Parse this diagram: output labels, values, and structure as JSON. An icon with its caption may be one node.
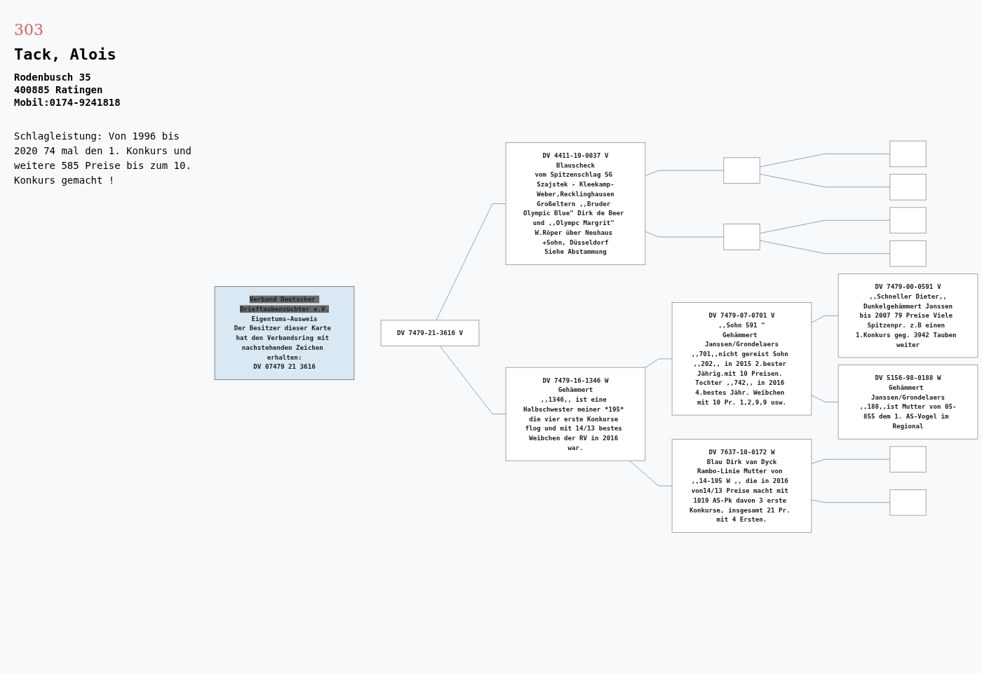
{
  "diagram": {
    "title": "Tack, Alois",
    "nodes": [
      {
        "text": [
          "DV 7479-21-3616 V"
        ]
      },
      {
        "text": [
          "DV 4411-19-0037 V",
          "Blauscheck",
          "vom Spitzenschlag SG Szajstek - Kleekamp-Weber,Recklinghausen",
          "Großeltern ,,Bruder Olympic Blue\" Dirk de Beer und ,,Olympc Margrit\" W.Röper über Neuhaus +Sohn, Düsseldorf",
          "Siehe Abstammung"
        ]
      },
      {
        "text": [
          "DV 7479-16-1346 W",
          "Gehämmert",
          ",,1346,, ist eine Halbschwester meiner *195* die vier erste Konkurse flog und mit 14/13 bestes Weibchen der RV in 2016 war."
        ]
      },
      {
        "text": [],
        "shape": "box"
      },
      {
        "text": [],
        "shape": "box"
      },
      {
        "text": [
          "DV 7479-07-0701 V",
          ",,Sohn 591 \"",
          "Gehämmert Janssen/Grondelaers",
          ",,701,,nicht gereist Sohn ,,202,, in 2015 2.bester Jährig.mit 10 Preisen. Tochter ,,742,, in 2016 4.bestes Jähr. Weibchen mit 10 Pr. 1,2,9,9 usw."
        ]
      },
      {
        "text": [
          "DV 7637-10-0172 W",
          "Blau Dirk van Dyck",
          "Rambo-Linie Mutter von ,,14-195 W ,, die in 2016 von14/13 Preise macht mit 1019 AS-Pk davon 3 erste Konkurse, insgesamt 21 Pr. mit 4 Ersten."
        ]
      },
      {
        "text": [],
        "shape": "box"
      },
      {
        "text": [],
        "shape": "box"
      },
      {
        "text": [],
        "shape": "box"
      },
      {
        "text": [],
        "shape": "box"
      },
      {
        "text": [
          "DV 7479-00-0591 V",
          ",,Schneller Dieter,,",
          "Dunkelgehämmert Janssen",
          "bis 2007 79 Preise Viele Spitzenpr. z.B einen 1.Konkurs geg. 3942 Tauben weiter"
        ]
      },
      {
        "text": [
          "DV 5156-98-0188 W",
          "Gehämmert Janssen/Grondelaers",
          ",,188,,ist Mutter von 05-855 dem 1. AS-Vogel im Regional"
        ]
      },
      {
        "text": [],
        "shape": "box"
      },
      {
        "text": [],
        "shape": "box"
      },
      {
        "text": [
          "Verband Deutscher Brieftaubenzüchter e.V.",
          "Eigentums-Ausweis",
          "Der Besitzer dieser Karte hat den Verbandsring mit nachstehenden Zeichen erhalten:",
          "DV 07479 21 3616"
        ]
      }
    ],
    "edges": [
      {
        "from": 0,
        "to": 1,
        "arrow": "none"
      },
      {
        "from": 0,
        "to": 2,
        "arrow": "none"
      },
      {
        "from": 1,
        "to": 3,
        "arrow": "none"
      },
      {
        "from": 1,
        "to": 4,
        "arrow": "none"
      },
      {
        "from": 2,
        "to": 5,
        "arrow": "none"
      },
      {
        "from": 2,
        "to": 6,
        "arrow": "none"
      },
      {
        "from": 3,
        "to": 7,
        "arrow": "none"
      },
      {
        "from": 3,
        "to": 8,
        "arrow": "none"
      },
      {
        "from": 4,
        "to": 9,
        "arrow": "none"
      },
      {
        "from": 4,
        "to": 10,
        "arrow": "none"
      },
      {
        "from": 5,
        "to": 11,
        "arrow": "none"
      },
      {
        "from": 5,
        "to": 12,
        "arrow": "none"
      },
      {
        "from": 6,
        "to": 13,
        "arrow": "none"
      },
      {
        "from": 6,
        "to": 14,
        "arrow": "none"
      }
    ],
    "labels": [
      "303",
      "Rodenbusch 35",
      "400885 Ratingen",
      "Mobil:0174-9241818",
      "Schlagleistung: Von 1996 bis 2020 74 mal den 1. Konkurs und weitere 585 Preise bis zum 10. Konkurs gemacht !"
    ]
  }
}
